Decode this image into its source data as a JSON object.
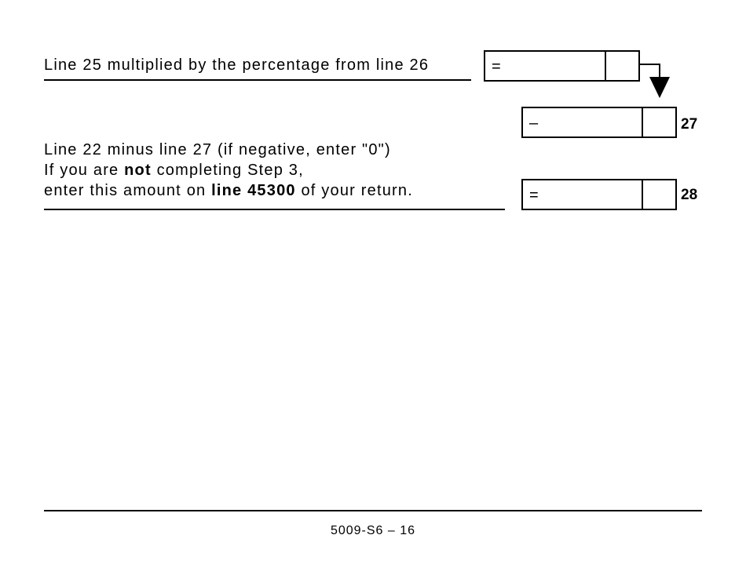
{
  "lines": {
    "line26_result": {
      "label": "Line 25 multiplied by the percentage from line 26",
      "operator": "="
    },
    "line27": {
      "operator": "–",
      "number": "27"
    },
    "line28": {
      "text_line1": "Line 22 minus line 27 (if negative, enter \"0\")",
      "text_line2_pre": "If you are ",
      "text_line2_bold": "not",
      "text_line2_post": " completing Step 3,",
      "text_line3_pre": "enter this amount on ",
      "text_line3_bold": "line 45300",
      "text_line3_post": " of your return.",
      "operator": "=",
      "number": "28"
    }
  },
  "footer": {
    "form_id": "5009-S6 – 16"
  }
}
